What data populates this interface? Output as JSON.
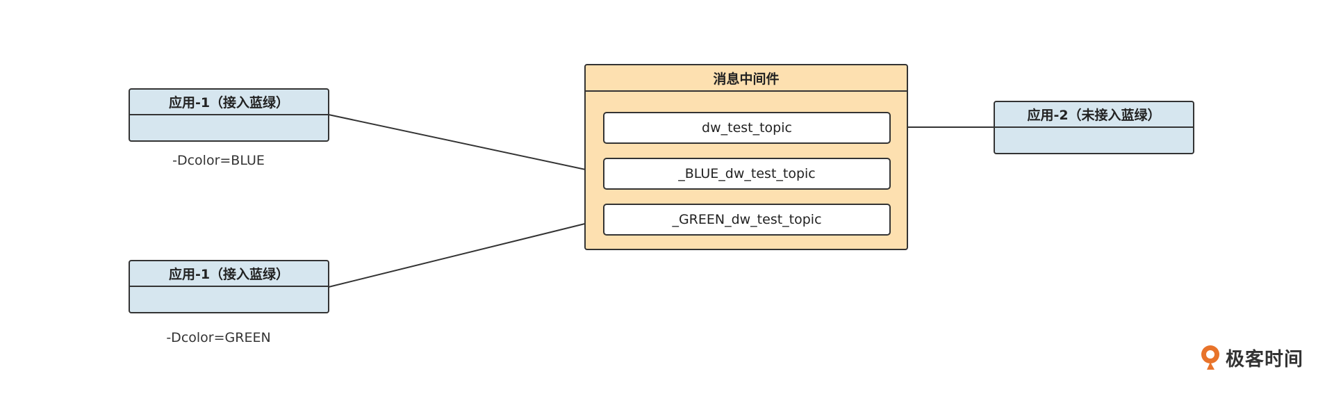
{
  "apps": {
    "app1_blue": {
      "title": "应用-1（接入蓝绿）",
      "param": "-Dcolor=BLUE"
    },
    "app1_green": {
      "title": "应用-1（接入蓝绿）",
      "param": "-Dcolor=GREEN"
    },
    "app2": {
      "title": "应用-2（未接入蓝绿）"
    }
  },
  "broker": {
    "title": "消息中间件",
    "topics": [
      "dw_test_topic",
      "_BLUE_dw_test_topic",
      "_GREEN_dw_test_topic"
    ]
  },
  "logo": {
    "text": "极客时间"
  },
  "colors": {
    "app_fill": "#d6e6ef",
    "broker_fill": "#fde0b0",
    "logo_accent": "#e8732a"
  }
}
